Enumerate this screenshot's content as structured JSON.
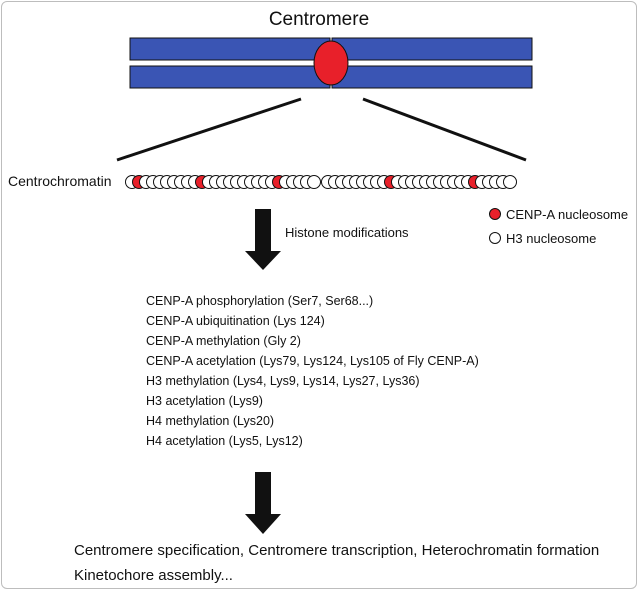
{
  "title": "Centromere",
  "chromatin_label": "Centrochromatin",
  "arrow1_label": "Histone modifications",
  "legend": [
    {
      "label": "CENP-A nucleosome",
      "color": "#e8202a"
    },
    {
      "label": "H3 nucleosome",
      "color": "#ffffff"
    }
  ],
  "chromosome_color": "#3a55b4",
  "centromere_color": "#e8202a",
  "nucleosomes_left": [
    "h3",
    "cenpa",
    "h3",
    "h3",
    "h3",
    "h3",
    "h3",
    "h3",
    "h3",
    "h3",
    "cenpa",
    "h3",
    "h3",
    "h3",
    "h3",
    "h3",
    "h3",
    "h3",
    "h3",
    "h3",
    "h3",
    "cenpa",
    "h3",
    "h3",
    "h3",
    "h3",
    "h3"
  ],
  "nucleosomes_right": [
    "h3",
    "h3",
    "h3",
    "h3",
    "h3",
    "h3",
    "h3",
    "h3",
    "h3",
    "cenpa",
    "h3",
    "h3",
    "h3",
    "h3",
    "h3",
    "h3",
    "h3",
    "h3",
    "h3",
    "h3",
    "h3",
    "cenpa",
    "h3",
    "h3",
    "h3",
    "h3",
    "h3"
  ],
  "modifications": [
    "CENP-A phosphorylation (Ser7, Ser68...)",
    "CENP-A ubiquitination (Lys 124)",
    "CENP-A methylation (Gly 2)",
    "CENP-A acetylation (Lys79, Lys124, Lys105 of Fly CENP-A)",
    "H3 methylation (Lys4, Lys9,  Lys14, Lys27, Lys36)",
    "H3 acetylation (Lys9)",
    "H4 methylation (Lys20)",
    "H4 acetylation (Lys5, Lys12)"
  ],
  "outcomes": [
    "Centromere specification, Centromere transcription, Heterochromatin formation",
    "Kinetochore assembly..."
  ]
}
